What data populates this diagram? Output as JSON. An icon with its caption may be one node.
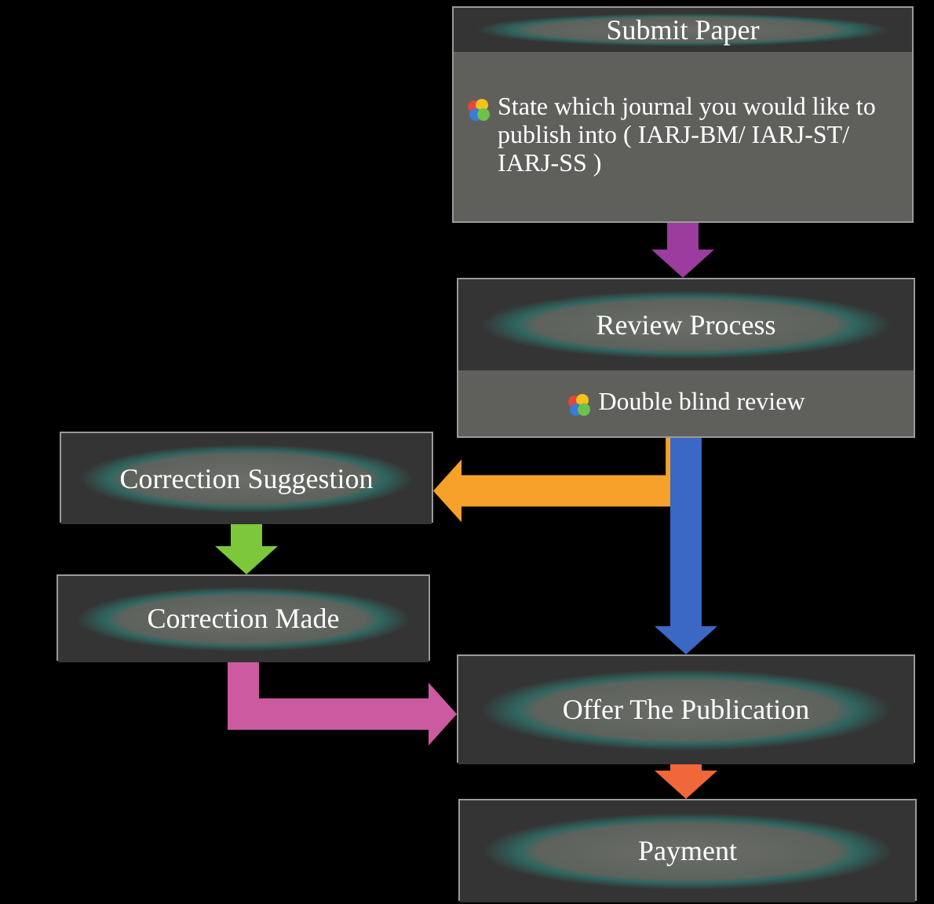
{
  "diagram": {
    "nodes": [
      {
        "text": [
          "Submit Paper",
          "State which journal you would like to publish into ( IARJ-BM/ IARJ-ST/ IARJ-SS )"
        ]
      },
      {
        "text": [
          "Review Process",
          "Double blind review"
        ]
      },
      {
        "text": [
          "Correction Suggestion"
        ]
      },
      {
        "text": [
          "Correction Made"
        ]
      },
      {
        "text": [
          "Offer The Publication"
        ]
      },
      {
        "text": [
          "Payment"
        ]
      }
    ],
    "edges": [
      {
        "from": 0,
        "to": 1,
        "arrow": "to",
        "color": "#9b3c9e"
      },
      {
        "from": 1,
        "to": 2,
        "arrow": "to",
        "color": "#f7a12a"
      },
      {
        "from": 1,
        "to": 4,
        "arrow": "to",
        "color": "#3a68c4"
      },
      {
        "from": 2,
        "to": 3,
        "arrow": "to",
        "color": "#7cc83a"
      },
      {
        "from": 3,
        "to": 4,
        "arrow": "to",
        "color": "#cc5aa0"
      },
      {
        "from": 4,
        "to": 5,
        "arrow": "to",
        "color": "#f0673a"
      }
    ]
  }
}
